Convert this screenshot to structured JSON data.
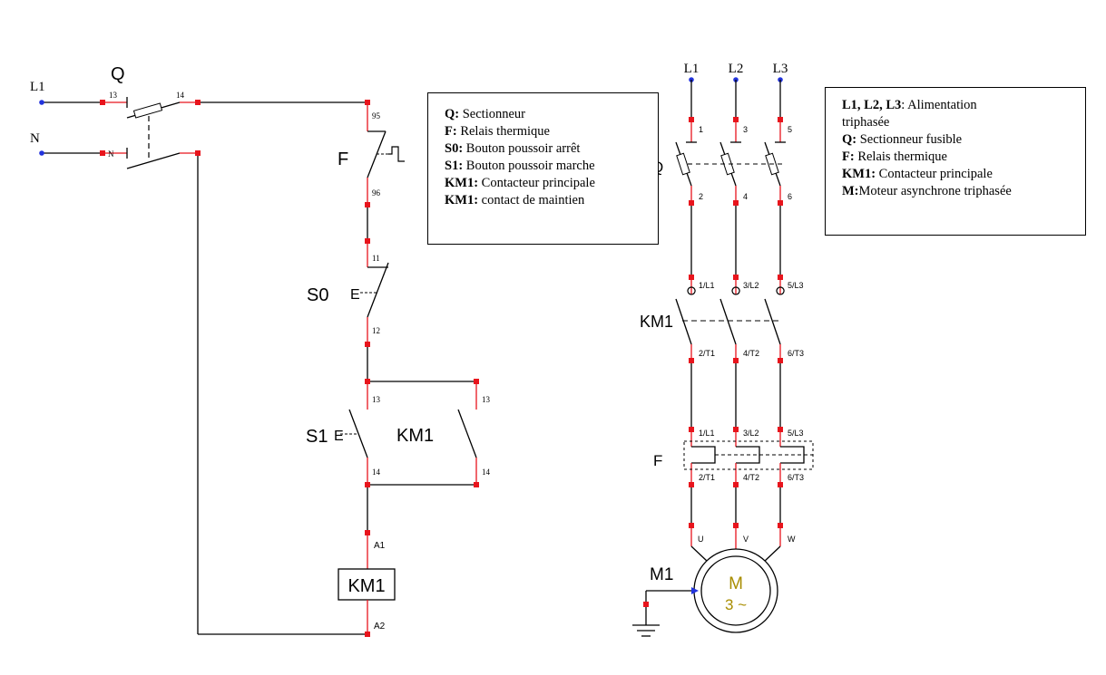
{
  "control_circuit": {
    "supply": {
      "phase": "L1",
      "neutral": "N"
    },
    "disconnector": {
      "tag": "Q",
      "terminals": [
        "13",
        "14"
      ],
      "neutral_mark": "N"
    },
    "thermal_relay_contact": {
      "tag": "F",
      "terminals": [
        "95",
        "96"
      ]
    },
    "stop_button": {
      "tag": "S0",
      "actuator": "E",
      "terminals": [
        "11",
        "12"
      ]
    },
    "start_button": {
      "tag": "S1",
      "actuator": "E",
      "terminals": [
        "13",
        "14"
      ]
    },
    "holding_contact": {
      "tag": "KM1",
      "terminals": [
        "13",
        "14"
      ]
    },
    "coil": {
      "tag": "KM1",
      "terminals": [
        "A1",
        "A2"
      ]
    }
  },
  "power_circuit": {
    "phases": [
      "L1",
      "L2",
      "L3"
    ],
    "disconnector": {
      "tag": "Q",
      "top_terminals": [
        "1",
        "3",
        "5"
      ],
      "bottom_terminals": [
        "2",
        "4",
        "6"
      ]
    },
    "contactor": {
      "tag": "KM1",
      "top_terminals": [
        "1/L1",
        "3/L2",
        "5/L3"
      ],
      "bottom_terminals": [
        "2/T1",
        "4/T2",
        "6/T3"
      ]
    },
    "thermal_relay": {
      "tag": "F",
      "top_terminals": [
        "1/L1",
        "3/L2",
        "5/L3"
      ],
      "bottom_terminals": [
        "2/T1",
        "4/T2",
        "6/T3"
      ]
    },
    "motor_terminals": [
      "U",
      "V",
      "W"
    ],
    "motor": {
      "tag": "M1",
      "symbol": "M",
      "subtitle": "3 ~"
    }
  },
  "legend_control": [
    {
      "key": "Q:",
      "text": " Sectionneur"
    },
    {
      "key": "F:",
      "text": " Relais thermique"
    },
    {
      "key": "S0:",
      "text": " Bouton poussoir arrêt"
    },
    {
      "key": "S1:",
      "text": " Bouton poussoir marche"
    },
    {
      "key": "KM1:",
      "text": " Contacteur principale"
    },
    {
      "key": "KM1:",
      "text": " contact de maintien"
    }
  ],
  "legend_power": [
    {
      "key": "L1, L2, L3",
      "text": ": Alimentation"
    },
    {
      "key": "",
      "text": "triphasée"
    },
    {
      "key": "Q:",
      "text": " Sectionneur fusible"
    },
    {
      "key": "F:",
      "text": " Relais thermique"
    },
    {
      "key": "KM1:",
      "text": " Contacteur principale"
    },
    {
      "key": "M:",
      "text": "Moteur asynchrone triphasée"
    }
  ],
  "colors": {
    "wire": "#000000",
    "terminal": "#e8141c",
    "node": "#2233dd",
    "motor_text": "#a88d00"
  }
}
